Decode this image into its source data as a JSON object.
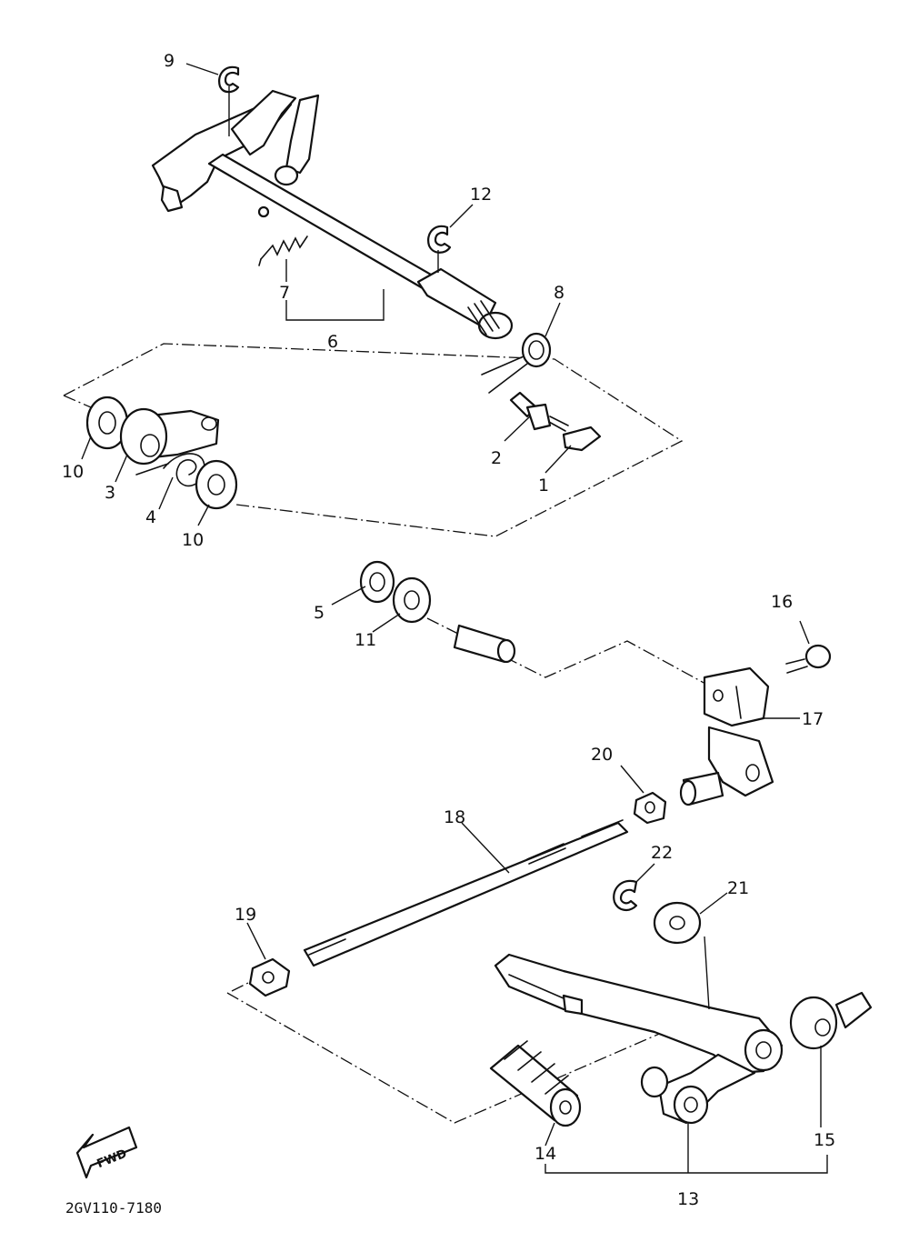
{
  "diagram_code": "2GV110-7180",
  "direction_label": "FWD",
  "callouts": {
    "c1": "1",
    "c2": "2",
    "c3": "3",
    "c4": "4",
    "c5": "5",
    "c6": "6",
    "c7": "7",
    "c8": "8",
    "c9": "9",
    "c10a": "10",
    "c10b": "10",
    "c11": "11",
    "c12": "12",
    "c13": "13",
    "c14": "14",
    "c15": "15",
    "c16": "16",
    "c17": "17",
    "c18": "18",
    "c19": "19",
    "c20": "20",
    "c21": "21",
    "c22": "22"
  },
  "colors": {
    "ink": "#111111",
    "paper": "#ffffff"
  }
}
